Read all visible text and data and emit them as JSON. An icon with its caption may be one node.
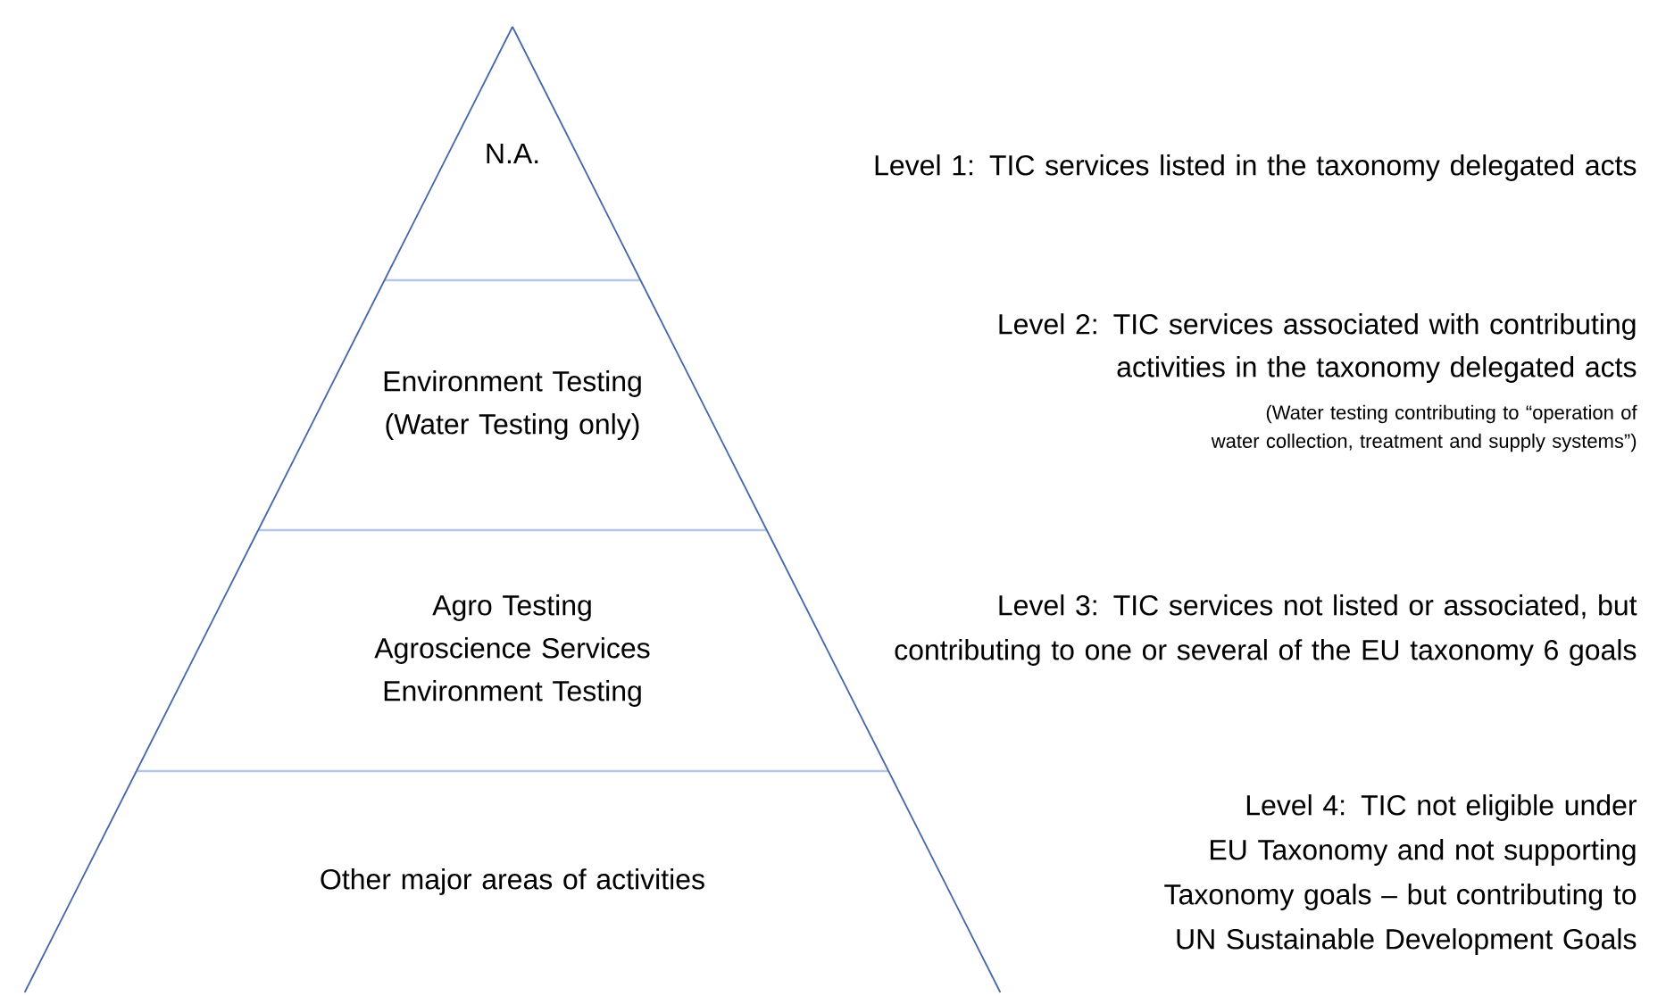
{
  "diagram": {
    "nodes": [
      {
        "text": [
          "N.A."
        ]
      },
      {
        "text": [
          "Environment Testing (Water Testing only)"
        ]
      },
      {
        "text": [
          "Agro Testing Agroscience Services Environment Testing"
        ]
      },
      {
        "text": [
          "Other major areas of activities"
        ]
      }
    ],
    "labels": [
      "Level 1: TIC services listed in the taxonomy delegated acts",
      "Level 2: TIC services associated with contributing activities in the taxonomy delegated acts",
      "(Water testing contributing to “operation of water collection, treatment and supply systems”)",
      "Level 3: TIC services not listed or associated, but contributing to one or several of the EU taxonomy 6 goals",
      "Level 4: TIC not eligible under EU Taxonomy and not supporting Taxonomy goals – but contributing to UN Sustainable Development Goals"
    ]
  }
}
